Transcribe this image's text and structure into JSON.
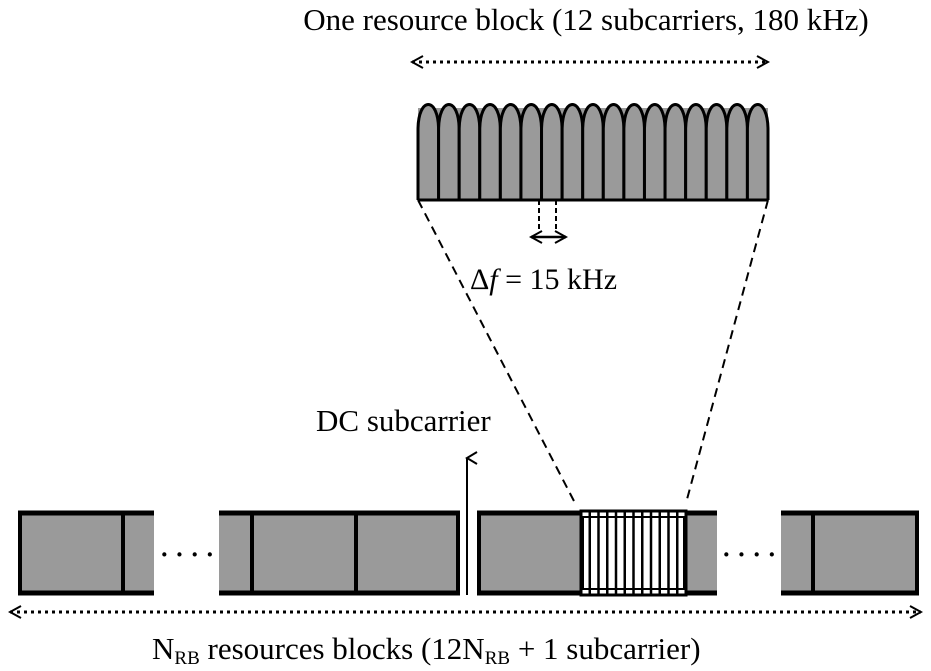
{
  "diagram": {
    "resource_block_label": "One resource block (12 subcarriers, 180 kHz)",
    "spacing_label": {
      "symbol": "Δ",
      "variable": "f",
      "rest": " = 15 kHz"
    },
    "dc_label": "DC subcarrier",
    "bandwidth_label": {
      "part1": "N",
      "sub1": "RB",
      "part2": " resources blocks (12N",
      "sub2": "RB",
      "part3": " + 1 subcarrier)"
    },
    "ellipsis_left": "· · · ·",
    "ellipsis_right": "· · · ·"
  },
  "colors": {
    "block_fill": "#9a9a9a",
    "outline": "#000000",
    "background": "#ffffff"
  }
}
